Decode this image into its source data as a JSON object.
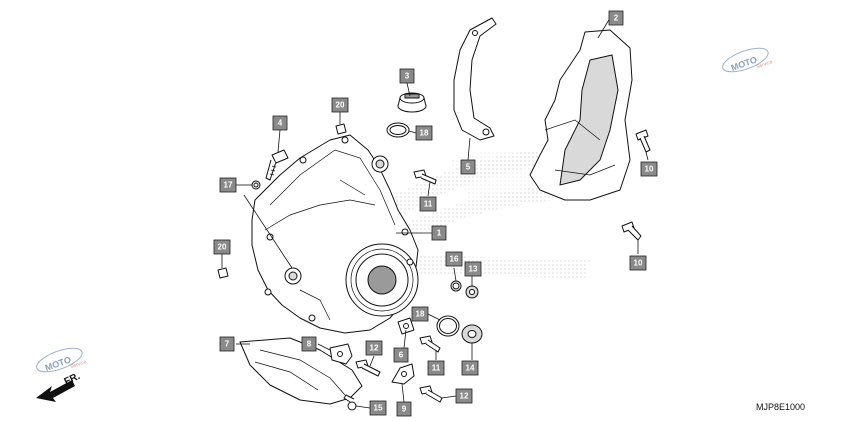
{
  "diagram": {
    "reference_code": "MJP8E1000",
    "direction_label": "FR.",
    "watermark_text": "MOTO",
    "watermark_subtext": "Service",
    "colors": {
      "callout_fill": "#8a8a8a",
      "callout_text": "#ffffff",
      "line": "#111111",
      "watermark_blue": "#2b4f8a",
      "watermark_red": "#c23a3a"
    },
    "callouts": [
      {
        "id": "c1",
        "label": "1"
      },
      {
        "id": "c2",
        "label": "2"
      },
      {
        "id": "c3",
        "label": "3"
      },
      {
        "id": "c4",
        "label": "4"
      },
      {
        "id": "c5",
        "label": "5"
      },
      {
        "id": "c6",
        "label": "6"
      },
      {
        "id": "c7",
        "label": "7"
      },
      {
        "id": "c8",
        "label": "8"
      },
      {
        "id": "c9",
        "label": "9"
      },
      {
        "id": "c10a",
        "label": "10"
      },
      {
        "id": "c10b",
        "label": "10"
      },
      {
        "id": "c11a",
        "label": "11"
      },
      {
        "id": "c11b",
        "label": "11"
      },
      {
        "id": "c12a",
        "label": "12"
      },
      {
        "id": "c12b",
        "label": "12"
      },
      {
        "id": "c13",
        "label": "13"
      },
      {
        "id": "c14",
        "label": "14"
      },
      {
        "id": "c15",
        "label": "15"
      },
      {
        "id": "c16",
        "label": "16"
      },
      {
        "id": "c17",
        "label": "17"
      },
      {
        "id": "c18a",
        "label": "18"
      },
      {
        "id": "c18b",
        "label": "18"
      },
      {
        "id": "c20a",
        "label": "20"
      },
      {
        "id": "c20b",
        "label": "20"
      }
    ]
  }
}
